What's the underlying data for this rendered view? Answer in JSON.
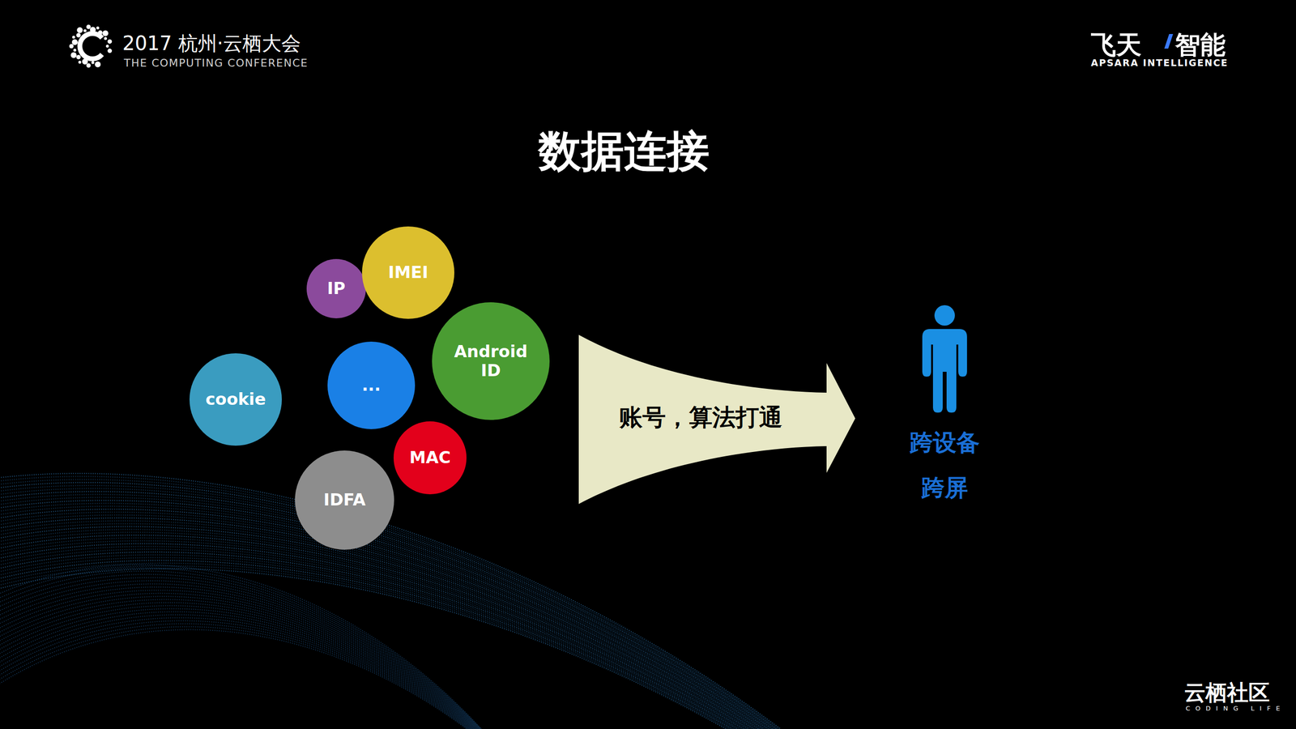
{
  "diagram": {
    "title": "数据连接",
    "nodes": [
      {
        "text": [
          "IP"
        ]
      },
      {
        "text": [
          "IMEI"
        ]
      },
      {
        "text": [
          "Android ID"
        ]
      },
      {
        "text": [
          "cookie"
        ]
      },
      {
        "text": [
          "..."
        ]
      },
      {
        "text": [
          "MAC"
        ]
      },
      {
        "text": [
          "IDFA"
        ]
      },
      {
        "text": [
          "账号，算法打通"
        ]
      },
      {
        "text": [
          "跨设备",
          "跨屏"
        ]
      }
    ],
    "labels": [
      "2017 杭州·云栖大会",
      "THE COMPUTING CONFERENCE",
      "飞天",
      "智能",
      "APSARA INTELLIGENCE",
      "云栖社区",
      "CODING LIFE"
    ]
  }
}
